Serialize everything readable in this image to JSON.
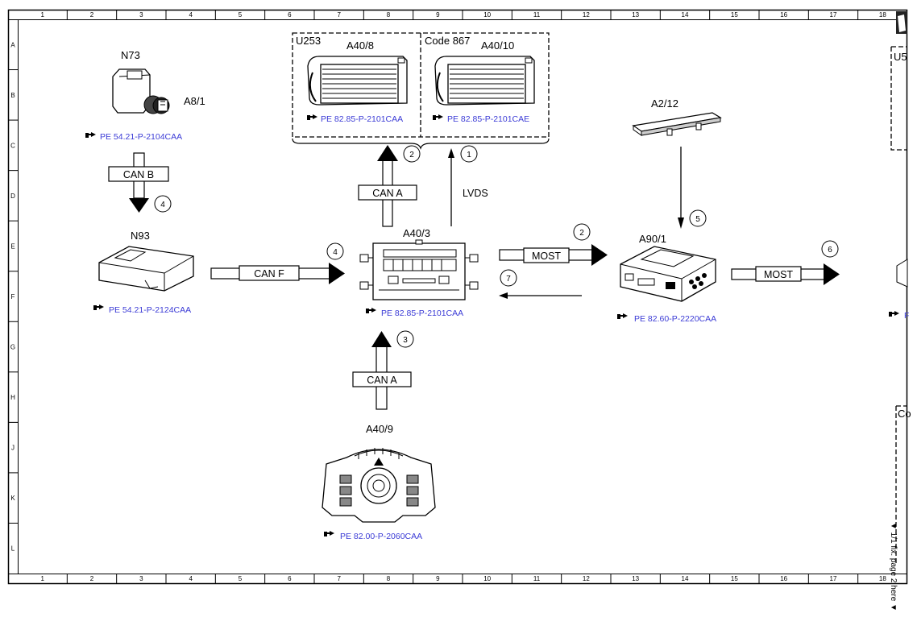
{
  "grid": {
    "columns": [
      "1",
      "2",
      "3",
      "4",
      "5",
      "6",
      "7",
      "8",
      "9",
      "10",
      "11",
      "12",
      "13",
      "14",
      "15",
      "16",
      "17",
      "18"
    ],
    "rows": [
      "A",
      "B",
      "C",
      "D",
      "E",
      "F",
      "G",
      "H",
      "J",
      "K",
      "L"
    ]
  },
  "components": {
    "n73": "N73",
    "a8_1": "A8/1",
    "n93": "N93",
    "a40_3": "A40/3",
    "a40_8": "A40/8",
    "a40_10": "A40/10",
    "a40_9": "A40/9",
    "a2_12": "A2/12",
    "a90_1": "A90/1"
  },
  "groups": {
    "u253": "U253",
    "code867": "Code 867",
    "u5_partial": "U5",
    "co_partial": "Co"
  },
  "refs": {
    "n73": "PE 54.21-P-2104CAA",
    "n93": "PE 54.21-P-2124CAA",
    "a40_8": "PE 82.85-P-2101CAA",
    "a40_10": "PE 82.85-P-2101CAE",
    "a40_3": "PE 82.85-P-2101CAA",
    "a40_9": "PE 82.00-P-2060CAA",
    "a90_1": "PE 82.60-P-2220CAA",
    "right_partial": "F"
  },
  "buses": {
    "can_b": "CAN B",
    "can_a_upper": "CAN A",
    "can_a_lower": "CAN A",
    "can_f": "CAN F",
    "most_1": "MOST",
    "most_2": "MOST",
    "lvds": "LVDS"
  },
  "numbers": {
    "n1": "1",
    "n2a": "2",
    "n2b": "2",
    "n3": "3",
    "n4a": "4",
    "n4b": "4",
    "n5": "5",
    "n6": "6",
    "n7": "7"
  },
  "side_note": {
    "text": "▼ 1/1 fix. page 2 here ▼"
  },
  "colors": {
    "line": "#000000",
    "ref_link": "#3b3bd6",
    "background": "#ffffff"
  },
  "icons": {
    "reference": "pointing-hand-icon"
  }
}
